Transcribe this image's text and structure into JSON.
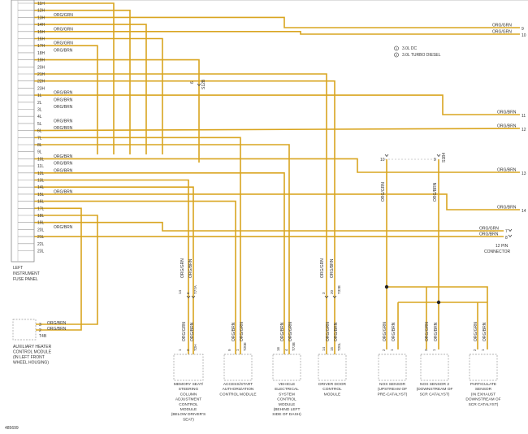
{
  "figure_id": "485699",
  "wire_color": "#d9a520",
  "wire_label": "ORG/BRN",
  "legend": [
    {
      "num": "1",
      "text": "3.0L DC"
    },
    {
      "num": "2",
      "text": "3.0L TURBO DIESEL"
    }
  ],
  "fuse_panel": {
    "label": [
      "LEFT",
      "INSTRUMENT",
      "FUSE PANEL"
    ],
    "pins": [
      "11H",
      "12H",
      "13H",
      "14H",
      "15H",
      "16H",
      "17H",
      "18H",
      "19H",
      "20H",
      "21H",
      "22H",
      "23H",
      "1L",
      "2L",
      "3L",
      "4L",
      "5L",
      "6L",
      "7L",
      "8L",
      "9L",
      "10L",
      "11L",
      "12L",
      "13L",
      "14L",
      "15L",
      "16L",
      "17L",
      "18L",
      "19L",
      "20L",
      "21L",
      "22L",
      "23L"
    ]
  },
  "right_edge_wires": [
    {
      "label": "ORG/GRN",
      "ref": "9"
    },
    {
      "label": "ORG/GRN",
      "ref": "10"
    },
    {
      "label": "ORG/BRN",
      "ref": "11"
    },
    {
      "label": "ORG/BRN",
      "ref": "12"
    },
    {
      "label": "ORG/BRN",
      "ref": "13"
    },
    {
      "label": "ORG/BRN",
      "ref": "14"
    }
  ],
  "connector_12pin": {
    "name": [
      "12 PIN",
      "CONNECTOR"
    ],
    "pins": [
      {
        "label": "ORG/GRN",
        "pin": "7"
      },
      {
        "label": "ORG/BRN",
        "pin": "8"
      }
    ]
  },
  "aux_heater": {
    "name": [
      "AUXILIARY HEATER",
      "CONTROL MODULE",
      "(IN LEFT FRONT",
      "WHEEL HOUSING)"
    ],
    "pins": [
      {
        "pin": "3",
        "label": "ORG/BRN"
      },
      {
        "pin": "2",
        "label": "ORG/BRN"
      }
    ],
    "connector": "T4B"
  },
  "upper_connector": {
    "pin": "6",
    "code": "S12B"
  },
  "split_connector": {
    "left_pin": "10",
    "right_pin": "9",
    "code": "S1B4"
  },
  "modules": [
    {
      "name": [
        "MEMORY SEAT/",
        "STEERING",
        "COLUMN",
        "ADJUSTMENT",
        "CONTROL",
        "MODULE",
        "(BELOW DRIVER'S",
        "SEAT)"
      ],
      "wire1": "ORG/GRN",
      "wire2": "ORG/BRN",
      "upper_pins": [
        "14",
        "6"
      ],
      "upper_code": "T77A",
      "lower_pins": [
        "1",
        "2"
      ],
      "lower_code": "T2H"
    },
    {
      "name": [
        "ACCESS/START",
        "AUTHORIZATION",
        "CONTROL MODULE"
      ],
      "wire1": "ORG/BRN",
      "wire2": "ORG/GRN",
      "upper_pins": [],
      "upper_code": "",
      "lower_pins": [
        "9",
        "1"
      ],
      "lower_code": "T20E"
    },
    {
      "name": [
        "VEHICLE",
        "ELECTRICAL",
        "SYSTEM",
        "CONTROL",
        "MODULE",
        "(BEHIND LEFT",
        "SIDE OF DASH)"
      ],
      "wire1": "ORG/BRN",
      "wire2": "ORG/GRN",
      "upper_pins": [],
      "upper_code": "",
      "lower_pins": [
        "16",
        "4"
      ],
      "lower_code": "T73B"
    },
    {
      "name": [
        "DRIVER DOOR",
        "CONTROL",
        "MODULE"
      ],
      "wire1": "ORG/GRN",
      "wire2": "ORG/BRN",
      "upper_pins": [
        "3",
        "20"
      ],
      "upper_code": "T32B",
      "lower_pins": [
        "14",
        "15"
      ],
      "lower_code": "T20L"
    },
    {
      "name": [
        "NOX SENSOR",
        "(UPSTREAM OF",
        "PRE-CATALYST)"
      ],
      "wire1": "ORG/GRN",
      "wire2": "ORG/BRN",
      "upper_pins": [],
      "upper_code": "",
      "lower_pins": [
        "2",
        "1"
      ],
      "lower_code": ""
    },
    {
      "name": [
        "NOX SENSOR 2",
        "(DOWNSTREAM OF",
        "SCR CATALYST)"
      ],
      "wire1": "ORG/GRN",
      "wire2": "ORG/BRN",
      "upper_pins": [],
      "upper_code": "",
      "lower_pins": [
        "2",
        "1"
      ],
      "lower_code": ""
    },
    {
      "name": [
        "PARTICULATE",
        "SENSOR",
        "(IN EXHAUST",
        "DOWNSTREAM OF",
        "SCR CATALYST)"
      ],
      "wire1": "ORG/GRN",
      "wire2": "ORG/BRN",
      "upper_pins": [],
      "upper_code": "",
      "lower_pins": [
        "2",
        "1"
      ],
      "lower_code": ""
    }
  ]
}
